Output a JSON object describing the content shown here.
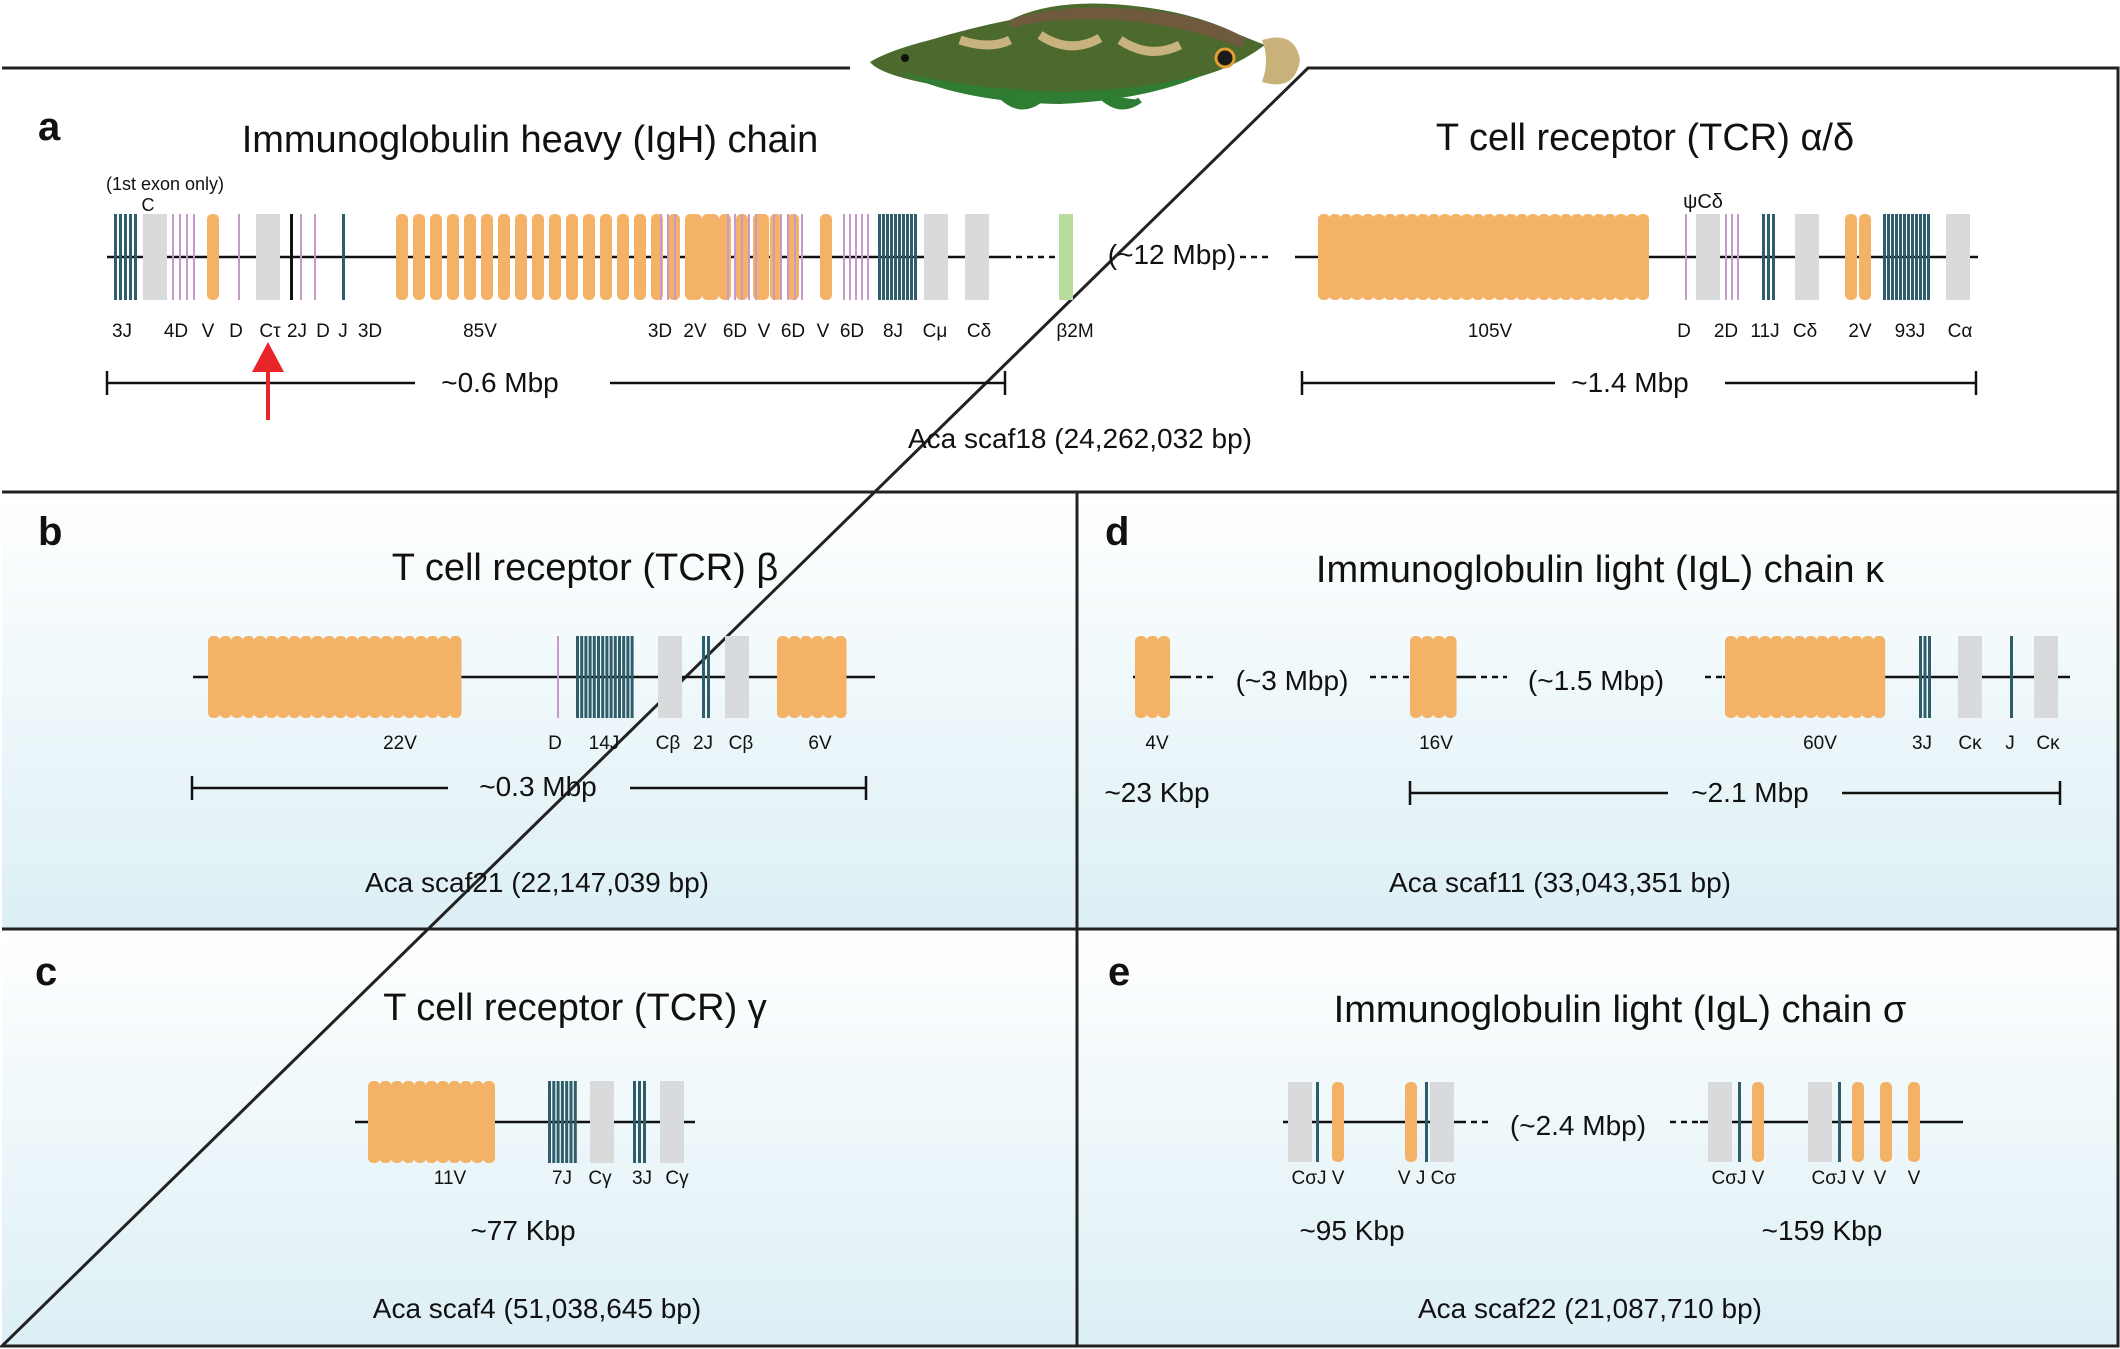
{
  "panels": {
    "a": {
      "letter": "a",
      "title_left": "Immunoglobulin heavy (IgH) chain",
      "title_right": "T cell receptor (TCR) α/δ",
      "note": "(1st exon only)",
      "note_c": "C",
      "psi_label": "ψCδ",
      "labels_left": [
        "3J",
        "4D",
        "V",
        "D",
        "Cτ",
        "2J",
        "D",
        "J",
        "3D",
        "85V",
        "3D",
        "2V",
        "6D",
        "V",
        "6D",
        "V",
        "6D",
        "8J",
        "Cμ",
        "Cδ",
        "β2M"
      ],
      "gap": "(~12 Mbp)",
      "labels_right": [
        "105V",
        "D",
        "2D",
        "11J",
        "Cδ",
        "2V",
        "93J",
        "Cα"
      ],
      "scale_left": "~0.6 Mbp",
      "scale_right": "~1.4 Mbp",
      "scaffold": "Aca scaf18 (24,262,032 bp)"
    },
    "b": {
      "letter": "b",
      "title": "T cell receptor (TCR) β",
      "labels": [
        "22V",
        "D",
        "14J",
        "Cβ",
        "2J",
        "Cβ",
        "6V"
      ],
      "scale": "~0.3 Mbp",
      "scaffold": "Aca scaf21 (22,147,039 bp)"
    },
    "c": {
      "letter": "c",
      "title": "T cell receptor (TCR) γ",
      "labels": [
        "11V",
        "7J",
        "Cγ",
        "3J",
        "Cγ"
      ],
      "scale": "~77  Kbp",
      "scaffold": "Aca scaf4 (51,038,645 bp)"
    },
    "d": {
      "letter": "d",
      "title": "Immunoglobulin light (IgL) chain κ",
      "labels": [
        "4V",
        "16V",
        "60V",
        "3J",
        "Cκ",
        "J",
        "Cκ"
      ],
      "gap1": "(~3 Mbp)",
      "gap2": "(~1.5 Mbp)",
      "scale1": "~23 Kbp",
      "scale2": "~2.1 Mbp",
      "scaffold": "Aca scaf11  (33,043,351 bp)"
    },
    "e": {
      "letter": "e",
      "title": "Immunoglobulin light (IgL) chain σ",
      "labels_left": [
        "CσJ V",
        "V J Cσ"
      ],
      "gap": "(~2.4 Mbp)",
      "labels_right": [
        "CσJ V",
        "CσJ V",
        "V",
        "V"
      ],
      "scale_left": "~95 Kbp",
      "scale_right": "~159 Kbp",
      "scaffold": "Aca scaf22 (21,087,710 bp)"
    }
  },
  "colors": {
    "v_segment": "#F3B266",
    "j_segment": "#2E5E6B",
    "d_segment": "#C79AC9",
    "c_segment": "#D9DADC",
    "b2m": "#B9DDA0",
    "arrow": "#E8262A",
    "fill_gradient_bottom": "#DCEFF5"
  },
  "icons": {
    "fish": "bowfin-fish-illustration",
    "arrow": "red-arrow-icon"
  }
}
